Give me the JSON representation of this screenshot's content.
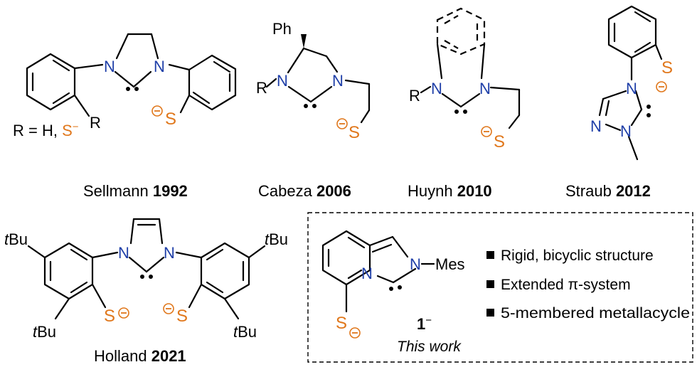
{
  "labels": {
    "N": "N",
    "S": "S",
    "R": "R",
    "Ph": "Ph",
    "tBu_t": "t",
    "tBu_bu": "Bu",
    "Mes": "Mes",
    "minus": "−",
    "r_eq_prefix": "R = H, ",
    "r_eq_s": "S",
    "r_eq_minus": "−"
  },
  "captions": {
    "sellmann": {
      "name": "Sellmann ",
      "year": "1992"
    },
    "cabeza": {
      "name": "Cabeza ",
      "year": "2006"
    },
    "huynh": {
      "name": "Huynh ",
      "year": "2010"
    },
    "straub": {
      "name": "Straub ",
      "year": "2012"
    },
    "holland": {
      "name": "Holland ",
      "year": "2021"
    }
  },
  "this_work": {
    "compound_number": "1",
    "compound_charge": "−",
    "label": "This work",
    "features": [
      "Rigid, bicyclic structure",
      "Extended π-system",
      "5-membered metallacycle"
    ]
  },
  "colors": {
    "nitrogen": "#1f3fa8",
    "sulfur": "#e0771b",
    "bond": "#000000"
  }
}
